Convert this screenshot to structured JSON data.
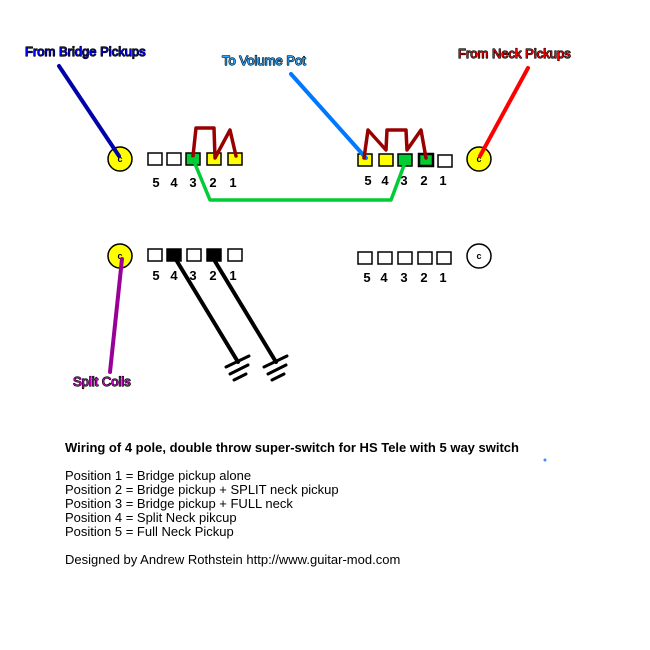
{
  "labels": {
    "from_bridge": "From Bridge Pickups",
    "to_volume": "To Volume Pot",
    "from_neck": "From Neck Pickups",
    "split_coils": "Split Coils"
  },
  "switch": {
    "common": "c",
    "terminal_numbers": [
      "5",
      "4",
      "3",
      "2",
      "1"
    ]
  },
  "text": {
    "title": "Wiring of 4 pole, double throw super-switch for  HS Tele with 5 way switch",
    "positions": [
      "Position 1 = Bridge pickup alone",
      "Position 2  = Bridge pickup + SPLIT neck pickup",
      "Position 3 = Bridge pickup + FULL neck",
      "Position 4 = Split Neck pikcup",
      "Position 5 = Full Neck Pickup"
    ],
    "credit": "Designed by Andrew Rothstein http://www.guitar-mod.com"
  },
  "colors": {
    "bridge_wire": "#0000aa",
    "volume_wire": "#0077ff",
    "neck_wire": "#ff0000",
    "split_wire": "#990099",
    "jumper": "#990000",
    "bus": "#00cc33",
    "pad_yellow": "#ffff00",
    "ground": "#000000"
  }
}
